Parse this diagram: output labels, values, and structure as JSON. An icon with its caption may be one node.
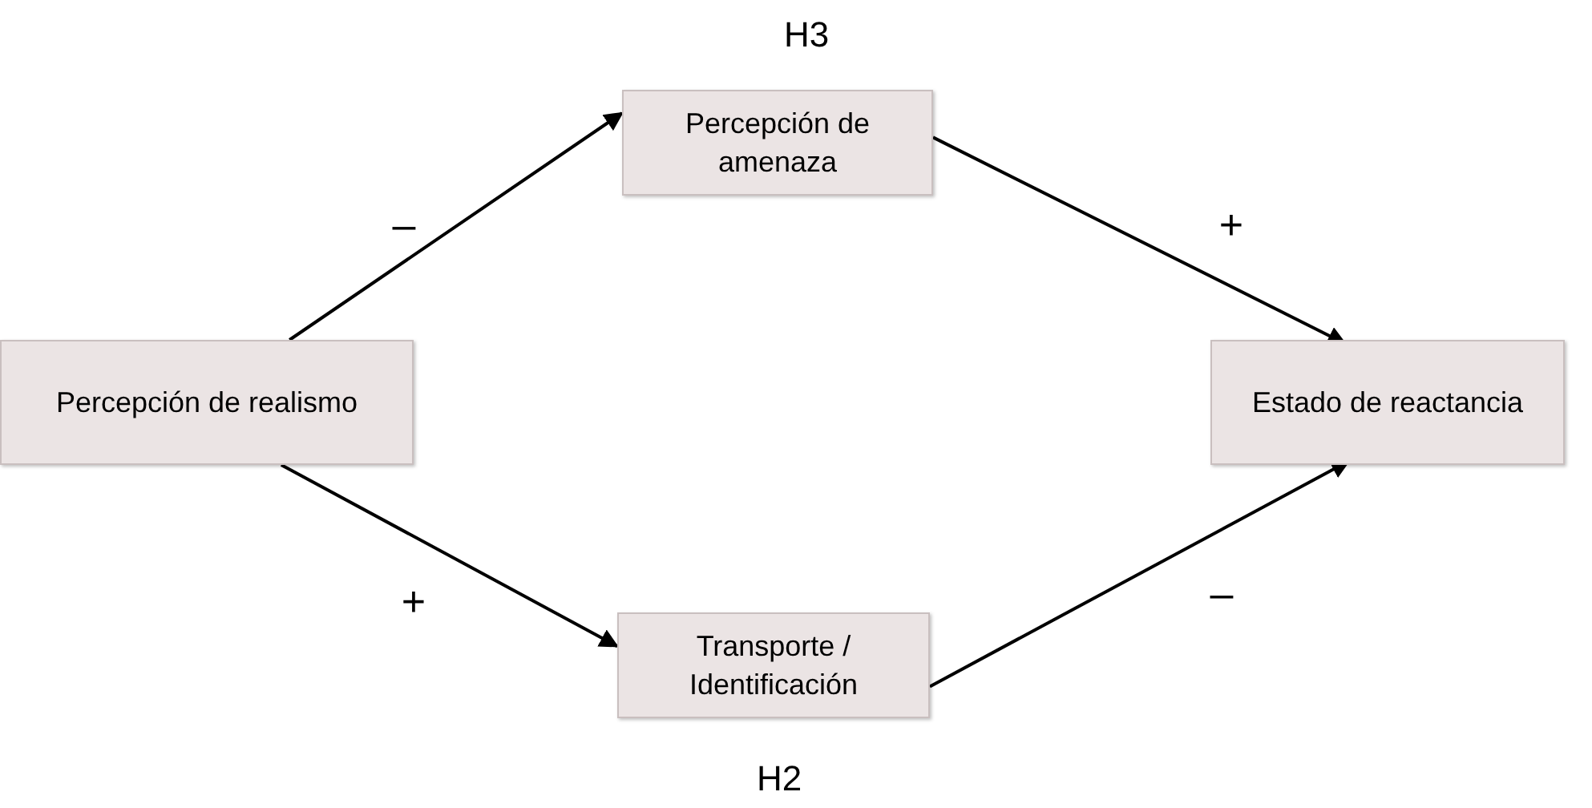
{
  "diagram": {
    "nodes": [
      {
        "text": [
          "Percepción de realismo"
        ]
      },
      {
        "text": [
          "Percepción de amenaza"
        ]
      },
      {
        "text": [
          "Transporte / Identificación"
        ]
      },
      {
        "text": [
          "Estado de reactancia"
        ]
      }
    ],
    "edges": [
      {
        "from": 0,
        "to": 1,
        "arrow": "to",
        "label": "–"
      },
      {
        "from": 1,
        "to": 3,
        "arrow": "to",
        "label": "+"
      },
      {
        "from": 0,
        "to": 2,
        "arrow": "to",
        "label": "+"
      },
      {
        "from": 2,
        "to": 3,
        "arrow": "to",
        "label": "–"
      }
    ],
    "labels": [
      "H3",
      "H2"
    ]
  }
}
